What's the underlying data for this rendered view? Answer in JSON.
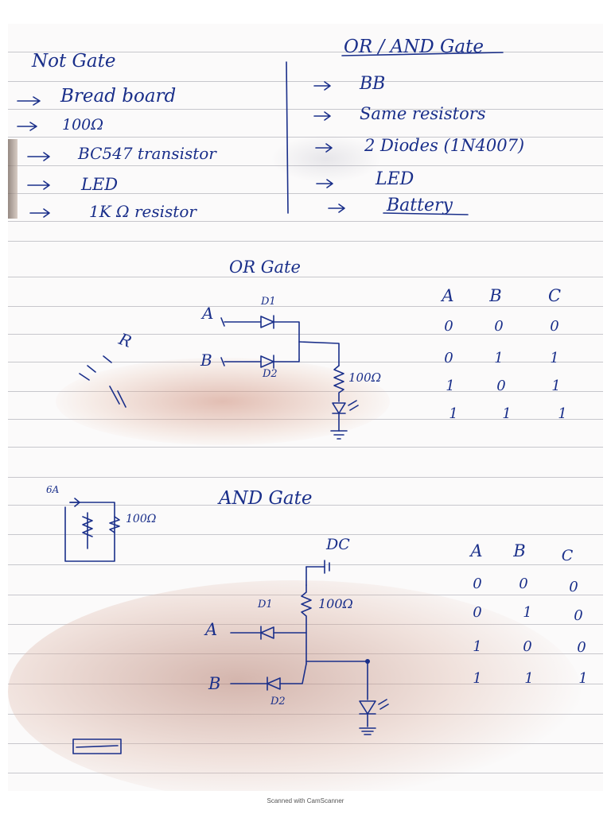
{
  "not_gate": {
    "title": "Not Gate",
    "items": [
      "Bread board",
      "100Ω",
      "BC547 transistor",
      "LED",
      "1K Ω resistor"
    ]
  },
  "or_and_gate": {
    "title": "OR / AND Gate",
    "items": [
      "BB",
      "Same resistors",
      "2 Diodes (1N4007)",
      "LED",
      "Battery"
    ]
  },
  "or_gate": {
    "title": "OR Gate",
    "label_a": "A",
    "label_b": "B",
    "label_d1": "D1",
    "label_d2": "D2",
    "resistor_label": "100Ω",
    "side_note": "R",
    "table": {
      "headers": [
        "A",
        "B",
        "C"
      ],
      "rows": [
        [
          "0",
          "0",
          "0"
        ],
        [
          "0",
          "1",
          "1"
        ],
        [
          "1",
          "0",
          "1"
        ],
        [
          "1",
          "1",
          "1"
        ]
      ]
    }
  },
  "and_gate": {
    "title": "AND Gate",
    "dc_label": "DC",
    "label_a": "A",
    "label_b": "B",
    "label_d1": "D1",
    "label_d2": "D2",
    "resistor_label": "100Ω",
    "sketch_label_top": "6A",
    "sketch_label_resistor": "100Ω",
    "table": {
      "headers": [
        "A",
        "B",
        "C"
      ],
      "rows": [
        [
          "0",
          "0",
          "0"
        ],
        [
          "0",
          "1",
          "0"
        ],
        [
          "1",
          "0",
          "0"
        ],
        [
          "1",
          "1",
          "1"
        ]
      ]
    }
  },
  "footer": "Scanned with CamScanner",
  "ink_color": "#1a2f8a"
}
